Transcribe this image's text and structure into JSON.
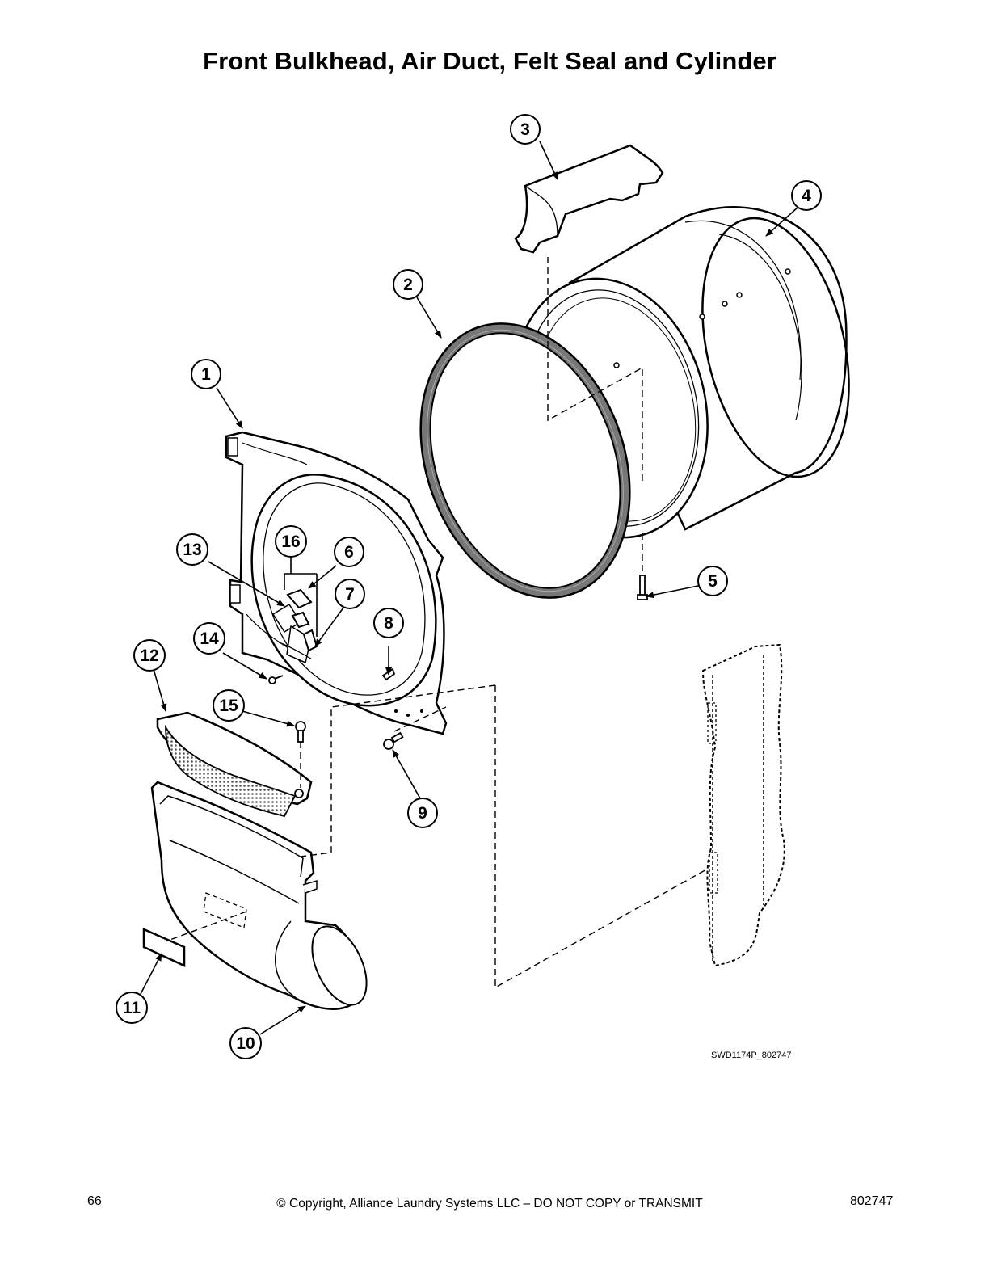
{
  "title": "Front Bulkhead, Air Duct, Felt Seal and Cylinder",
  "drawing_id": "SWD1174P_802747",
  "callouts": [
    "1",
    "2",
    "3",
    "4",
    "5",
    "6",
    "7",
    "8",
    "9",
    "10",
    "11",
    "12",
    "13",
    "14",
    "15",
    "16"
  ],
  "footer": {
    "page_number": "66",
    "copyright": "© Copyright, Alliance Laundry Systems LLC – DO NOT COPY or TRANSMIT",
    "document_number": "802747"
  }
}
